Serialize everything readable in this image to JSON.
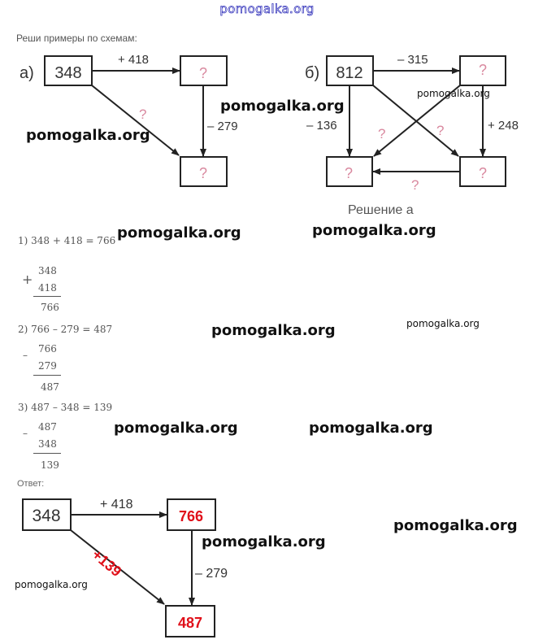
{
  "site_logo": "pomogalka.org",
  "task": {
    "instruction": "Реши примеры по схемам:",
    "scheme_a": {
      "label": "а)",
      "start": "348",
      "top_right": "?",
      "bottom_right": "?",
      "op_right": "+ 418",
      "op_down": "– 279",
      "op_diag": "?"
    },
    "scheme_b": {
      "label": "б)",
      "start": "812",
      "top_right": "?",
      "bottom_left": "?",
      "bottom_right": "?",
      "op_right": "– 315",
      "op_left_down": "– 136",
      "op_right_down": "+ 248",
      "op_diag_1": "?",
      "op_diag_2": "?",
      "op_bottom": "?"
    }
  },
  "solution": {
    "heading": "Решение а",
    "steps": [
      {
        "line": "1) 348 + 418 = 766",
        "sign": "+",
        "a": "348",
        "b": "418",
        "result": "766"
      },
      {
        "line": "2) 766 – 279 = 487",
        "sign": "–",
        "a": "766",
        "b": "279",
        "result": "487"
      },
      {
        "line": "3) 487 – 348 = 139",
        "sign": "–",
        "a": "487",
        "b": "348",
        "result": "139"
      }
    ]
  },
  "answer": {
    "label": "Ответ:",
    "start": "348",
    "top_right": "766",
    "bottom_right": "487",
    "op_right": "+ 418",
    "op_down": "– 279",
    "op_diag": "+139"
  },
  "watermarks": [
    "pomogalka.org"
  ],
  "colors": {
    "answer_red": "#e0101a",
    "question_pink": "#d9899f",
    "logo_blue": "#2b2bb8"
  }
}
